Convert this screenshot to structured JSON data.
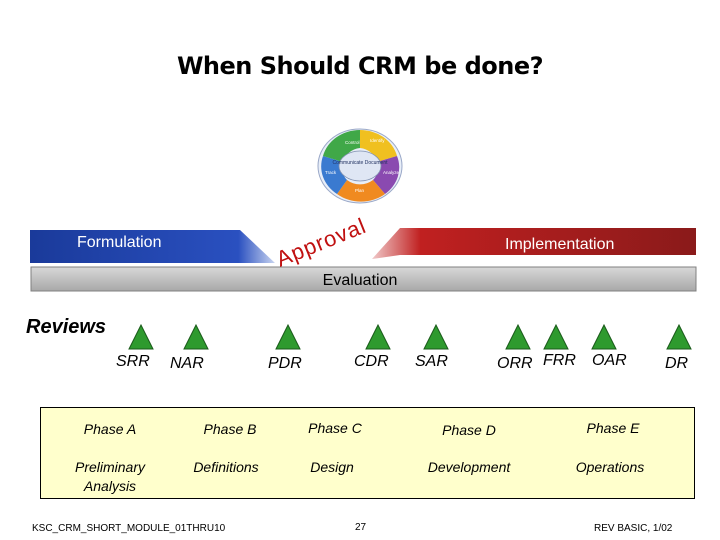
{
  "title": "When Should CRM be done?",
  "cycle_diagram": {
    "center": "Communicate Document",
    "segments": [
      "Control",
      "Identify",
      "Analyze",
      "Plan",
      "Track"
    ]
  },
  "lifecycle": {
    "formulation": "Formulation",
    "approval": "Approval",
    "implementation": "Implementation",
    "evaluation": "Evaluation"
  },
  "reviews": {
    "heading": "Reviews",
    "items": [
      "SRR",
      "NAR",
      "PDR",
      "CDR",
      "SAR",
      "ORR",
      "FRR",
      "OAR",
      "DR"
    ]
  },
  "phases": [
    {
      "name": "Phase A",
      "desc": "Preliminary Analysis"
    },
    {
      "name": "Phase B",
      "desc": "Definitions"
    },
    {
      "name": "Phase C",
      "desc": "Design"
    },
    {
      "name": "Phase D",
      "desc": "Development"
    },
    {
      "name": "Phase E",
      "desc": "Operations"
    }
  ],
  "footer": {
    "left": "KSC_CRM_SHORT_MODULE_01THRU10",
    "page": "27",
    "right": "REV BASIC, 1/02"
  },
  "colors": {
    "formulation_bar": "#1a3a9a",
    "implementation_bar": "#8a1a1a",
    "approval_text": "#c01010",
    "evaluation_bar": "#b8b8b8",
    "triangle_fill": "#2e9a2e",
    "phase_box": "#ffffcc"
  }
}
